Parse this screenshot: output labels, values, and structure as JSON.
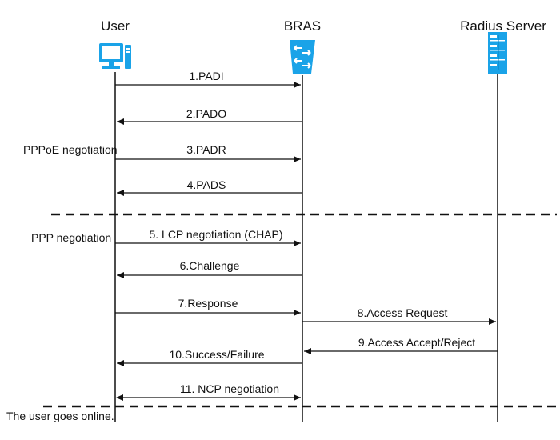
{
  "participants": {
    "user": "User",
    "bras": "BRAS",
    "radius": "Radius Server"
  },
  "phases": {
    "pppoe": "PPPoE negotiation",
    "ppp": "PPP negotiation",
    "online": "The user goes online."
  },
  "messages": [
    {
      "label": "1.PADI",
      "from": "user",
      "to": "bras"
    },
    {
      "label": "2.PADO",
      "from": "bras",
      "to": "user"
    },
    {
      "label": "3.PADR",
      "from": "user",
      "to": "bras"
    },
    {
      "label": "4.PADS",
      "from": "bras",
      "to": "user"
    },
    {
      "label": "5. LCP negotiation (CHAP)",
      "from": "user",
      "to": "bras"
    },
    {
      "label": "6.Challenge",
      "from": "bras",
      "to": "user"
    },
    {
      "label": "7.Response",
      "from": "user",
      "to": "bras"
    },
    {
      "label": "8.Access Request",
      "from": "bras",
      "to": "radius"
    },
    {
      "label": "9.Access Accept/Reject",
      "from": "radius",
      "to": "bras"
    },
    {
      "label": "10.Success/Failure",
      "from": "bras",
      "to": "user"
    },
    {
      "label": "11. NCP negotiation",
      "from": "user",
      "to": "bras",
      "bidirectional": true
    }
  ],
  "colors": {
    "icon": "#1aa3e8",
    "icon_dark": "#0b7fc0",
    "line": "#111111"
  },
  "icons": {
    "user": "computer-icon",
    "bras": "router-icon",
    "radius": "server-icon"
  }
}
